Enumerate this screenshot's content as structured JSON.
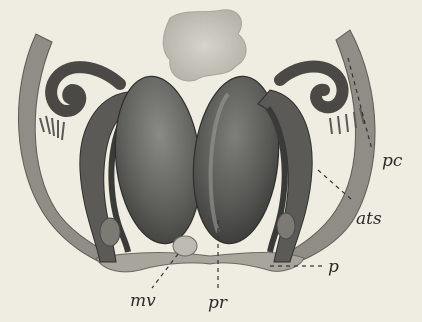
{
  "figure": {
    "labels": {
      "pc": "pc",
      "ats": "ats",
      "p": "p",
      "mv": "mv",
      "pr": "pr"
    }
  }
}
